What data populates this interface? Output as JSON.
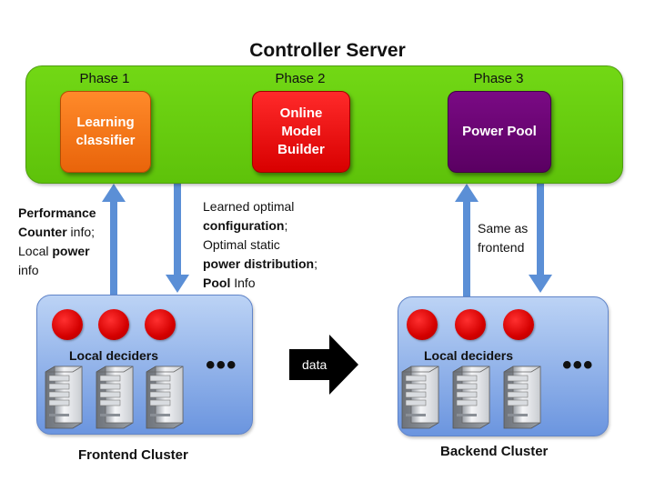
{
  "title": "Controller Server",
  "phases": [
    {
      "label": "Phase 1",
      "box": "Learning classifier",
      "color": "#f07015"
    },
    {
      "label": "Phase 2",
      "box": "Online Model Builder",
      "color": "#e80000"
    },
    {
      "label": "Phase 3",
      "box": "Power Pool",
      "color": "#6a0070"
    }
  ],
  "left_annotation": {
    "line1_bold": "Performance",
    "line2_bold": "Counter",
    "line2_rest": " info;",
    "line3_prefix": "Local ",
    "line3_bold": "power",
    "line4": "info"
  },
  "middle_annotation": {
    "line1": "Learned optimal",
    "line2_bold": "configuration",
    "line2_rest": ";",
    "line3": "Optimal static",
    "line4_bold": "power distribution",
    "line4_rest": ";",
    "line5_bold": "Pool",
    "line5_rest": " Info"
  },
  "right_annotation": {
    "line1": "Same as",
    "line2": "frontend"
  },
  "data_arrow_label": "data",
  "frontend": {
    "deciders_label": "Local deciders",
    "cluster_label": "Frontend Cluster",
    "more": "•••"
  },
  "backend": {
    "deciders_label": "Local deciders",
    "cluster_label": "Backend Cluster",
    "more": "•••"
  },
  "colors": {
    "server": "#66cc11",
    "cluster": "#8aaee8",
    "arrow_blue": "#5b8fd6",
    "decider": "#e00000"
  }
}
